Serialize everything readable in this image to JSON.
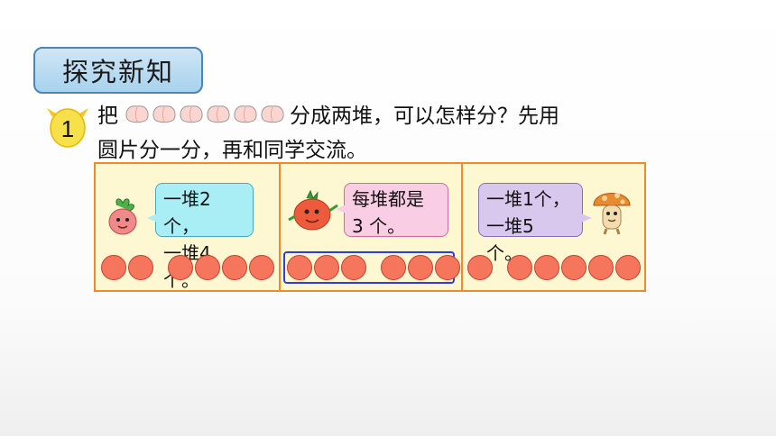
{
  "section_title": "探究新知",
  "problem_number": "1",
  "problem": {
    "prefix": "把",
    "suffix": "分成两堆，可以怎样分？先用",
    "line2": "圆片分一分，再和同学交流。"
  },
  "options": [
    {
      "bubble": "一堆2个，\n一堆4个。",
      "groups": [
        2,
        4
      ]
    },
    {
      "bubble": "每堆都是\n3 个。",
      "groups": [
        3,
        3
      ]
    },
    {
      "bubble": "一堆1个，\n一堆5 个。",
      "groups": [
        1,
        5
      ]
    }
  ],
  "colors": {
    "title_bg": "#a8d2ee",
    "badge": "#f7e14a",
    "panel_bg": "#fdf7d2",
    "panel_border": "#f08a2a",
    "dot": "#f5765d",
    "highlight_border": "#2d3de0"
  }
}
